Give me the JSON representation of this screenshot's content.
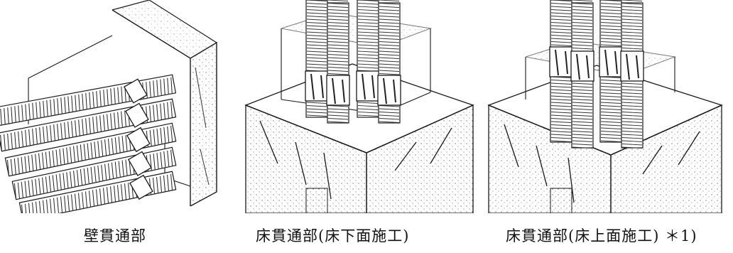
{
  "captions": {
    "wall": "壁貫通部",
    "floor_below": "床貫通部(床下面施工)",
    "floor_above": "床貫通部(床上面施工) ＊1)"
  },
  "colors": {
    "line": "#1a1a1a",
    "background": "#ffffff"
  }
}
